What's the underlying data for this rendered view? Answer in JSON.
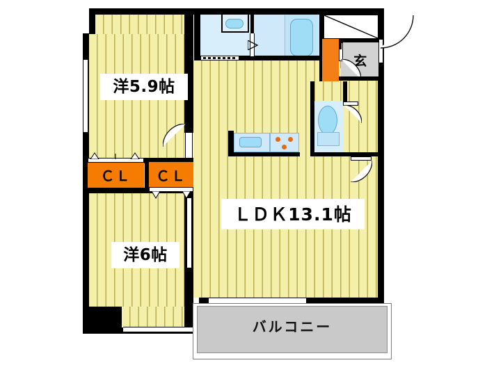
{
  "plan": {
    "type": "apartment-floor-plan",
    "layout_code": "2LDK",
    "unit": "帖",
    "colors": {
      "flooring": "#f4efa9",
      "flooring_stripe": "#b9ad55",
      "wall": "#000000",
      "water_area": "#d8eefb",
      "bathtub": "#9fdcf5",
      "closet": "#f57f17",
      "balcony": "#c9c9c9",
      "entrance_floor": "#d2d2d2",
      "background": "#ffffff"
    },
    "rooms": [
      {
        "id": "bedroom-1",
        "label": "洋5.9帖",
        "name_en": "Western room 5.9 jo",
        "size": 5.9,
        "floor": "flooring"
      },
      {
        "id": "bedroom-2",
        "label": "洋6帖",
        "name_en": "Western room 6 jo",
        "size": 6,
        "floor": "flooring"
      },
      {
        "id": "ldk",
        "label": "ＬＤＫ13.1帖",
        "name_en": "Living Dining Kitchen 13.1 jo",
        "size": 13.1,
        "floor": "flooring"
      },
      {
        "id": "balcony",
        "label": "バルコニー",
        "name_en": "Balcony",
        "floor": "balcony"
      },
      {
        "id": "entrance",
        "label": "玄",
        "name_en": "Genkan / Entrance",
        "floor": "entrance_floor"
      }
    ],
    "closets": [
      {
        "id": "closet-left",
        "label": "ＣＬ"
      },
      {
        "id": "closet-right",
        "label": "ＣＬ"
      }
    ],
    "fixtures": [
      {
        "id": "bathtub",
        "name": "bathtub"
      },
      {
        "id": "wash-basin",
        "name": "wash-basin"
      },
      {
        "id": "toilet",
        "name": "toilet"
      },
      {
        "id": "kitchen-sink",
        "name": "kitchen-sink"
      },
      {
        "id": "cooktop",
        "name": "cooktop-3-burner",
        "burners": 3
      },
      {
        "id": "shoe-box",
        "name": "shoe-box"
      },
      {
        "id": "overhead-storage",
        "name": "overhead-storage"
      }
    ]
  }
}
